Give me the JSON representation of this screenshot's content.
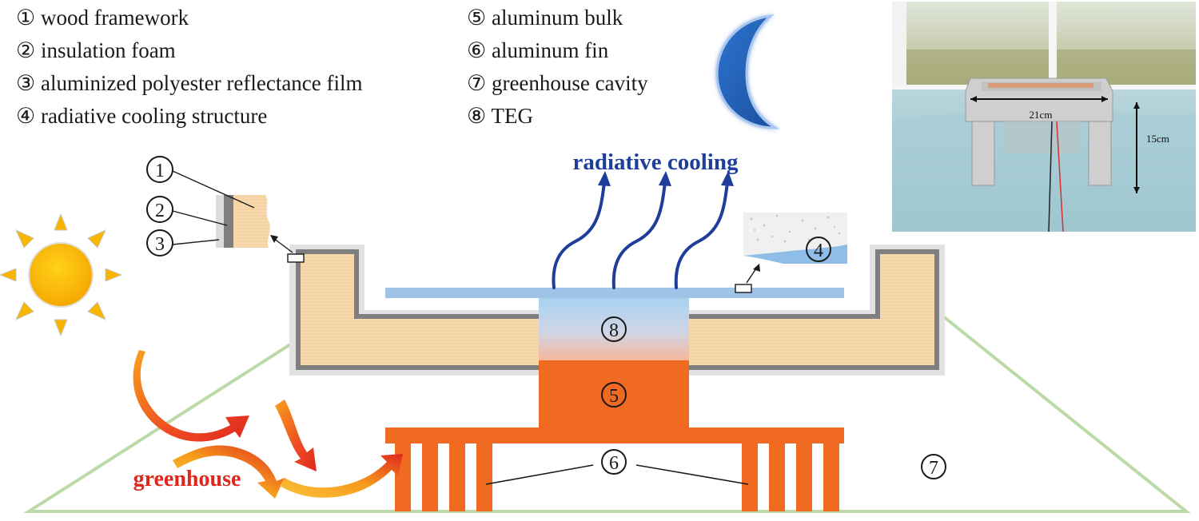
{
  "legend": {
    "left": [
      "① wood framework",
      "② insulation foam",
      "③ aluminized polyester reflectance film",
      "④ radiative cooling structure"
    ],
    "right": [
      "⑤ aluminum bulk",
      "⑥ aluminum fin",
      "⑦ greenhouse cavity",
      "⑧ TEG"
    ]
  },
  "callouts": {
    "one": "①",
    "two": "②",
    "three": "③",
    "four": "④",
    "five": "⑤",
    "six": "⑥",
    "seven": "⑦",
    "eight": "⑧"
  },
  "labels": {
    "radiative_cooling": "radiative cooling",
    "greenhouse": "greenhouse",
    "photo_width": "21cm",
    "photo_height": "15cm"
  },
  "colors": {
    "wood": "#f7d9ad",
    "wood_border": "#7d7d7d",
    "film": "#d8d8d8",
    "cooling_plate": "#9fc4e8",
    "cooling_arrow": "#1f3e9b",
    "aluminum": "#f06a22",
    "greenhouse_line": "#bcd9a8",
    "sun": "#f7b500",
    "moon": "#2a6cc4",
    "greenhouse_text": "#e0261d"
  },
  "icons": [
    "sun-icon",
    "moon-icon",
    "heat-arrow-icon",
    "radiative-cooling-arrow-icon"
  ]
}
